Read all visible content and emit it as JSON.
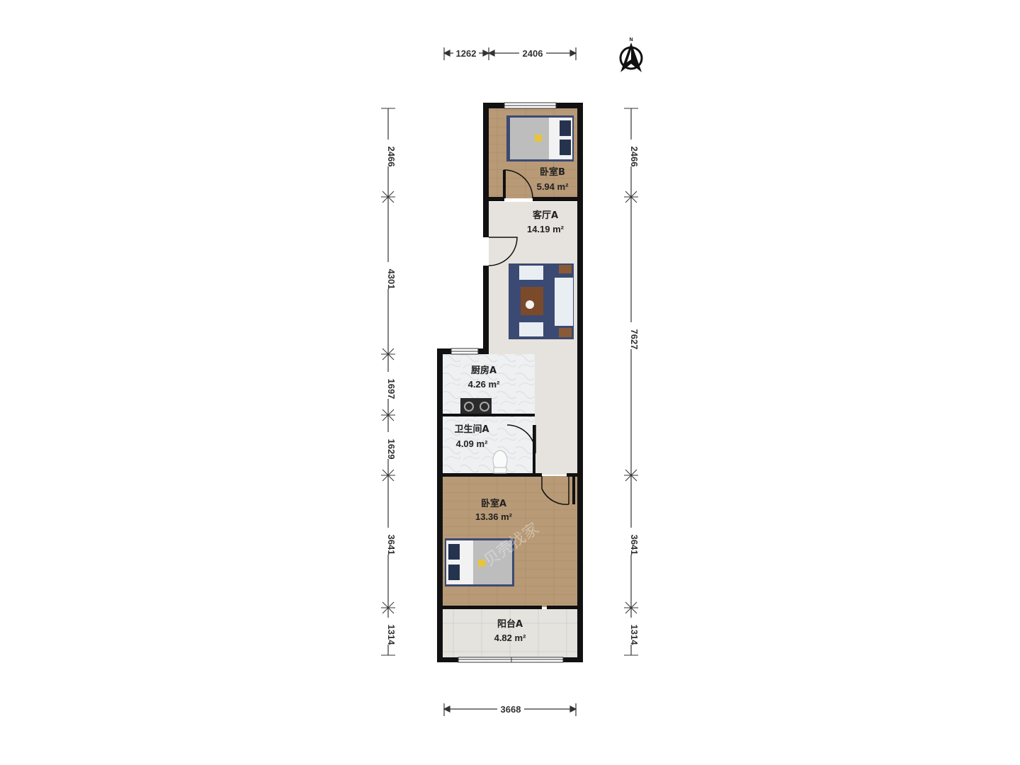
{
  "compass": {
    "label": "N"
  },
  "dimensions": {
    "top": [
      "1262",
      "2406"
    ],
    "bottom": [
      "3668"
    ],
    "left": [
      "2466",
      "4301",
      "1697",
      "1629",
      "3641",
      "1314"
    ],
    "right": [
      "2466",
      "7627",
      "3641",
      "1314"
    ]
  },
  "rooms": [
    {
      "id": "bedroom-b",
      "name": "卧室B",
      "area": "5.94 m²"
    },
    {
      "id": "living-a",
      "name": "客厅A",
      "area": "14.19 m²"
    },
    {
      "id": "kitchen-a",
      "name": "厨房A",
      "area": "4.26 m²"
    },
    {
      "id": "bathroom-a",
      "name": "卫生间A",
      "area": "4.09 m²"
    },
    {
      "id": "bedroom-a",
      "name": "卧室A",
      "area": "13.36 m²"
    },
    {
      "id": "balcony-a",
      "name": "阳台A",
      "area": "4.82 m²"
    }
  ],
  "watermark": {
    "text": "贝壳找家"
  },
  "colors": {
    "wall": "#111111",
    "wood_floor": "#b79a78",
    "tile_floor": "#e3e1dc",
    "marble_floor": "#eef0f2",
    "rug": "#3b4a72"
  }
}
